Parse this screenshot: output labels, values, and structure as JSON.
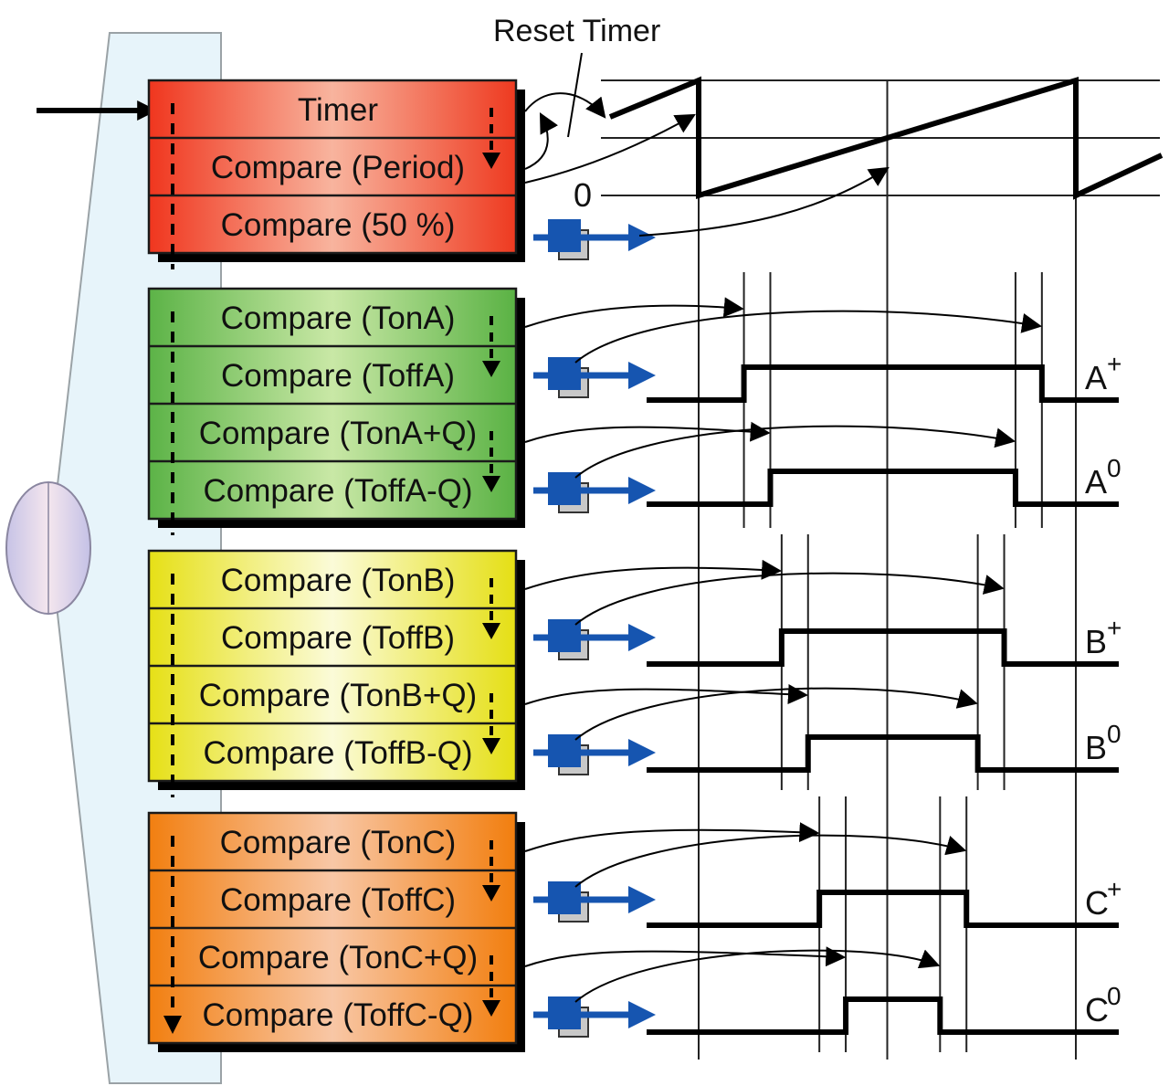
{
  "annotation": {
    "reset_timer": "Reset Timer"
  },
  "axis": {
    "zero_label": "0"
  },
  "colors": {
    "timer_block": "#f2442a",
    "group_a_block": "#6fbf55",
    "group_b_block": "#eeea2a",
    "group_c_block": "#f5891f",
    "output_icon": "#1655b0",
    "panel": "#e6f3f9",
    "ellipse": "#d8d4ee"
  },
  "blocks": [
    {
      "id": "timer",
      "color_key": "timer_block",
      "rows": [
        "Timer",
        "Compare (Period)",
        "Compare (50 %)"
      ]
    },
    {
      "id": "group-a",
      "color_key": "group_a_block",
      "rows": [
        "Compare (TonA)",
        "Compare (ToffA)",
        "Compare (TonA+Q)",
        "Compare (ToffA-Q)"
      ]
    },
    {
      "id": "group-b",
      "color_key": "group_b_block",
      "rows": [
        "Compare (TonB)",
        "Compare (ToffB)",
        "Compare (TonB+Q)",
        "Compare (ToffB-Q)"
      ]
    },
    {
      "id": "group-c",
      "color_key": "group_c_block",
      "rows": [
        "Compare (TonC)",
        "Compare (ToffC)",
        "Compare (TonC+Q)",
        "Compare (ToffC-Q)"
      ]
    }
  ],
  "signals": [
    {
      "base": "A",
      "sup": "+",
      "on": 0.12,
      "off": 0.91
    },
    {
      "base": "A",
      "sup": "0",
      "on": 0.19,
      "off": 0.84
    },
    {
      "base": "B",
      "sup": "+",
      "on": 0.22,
      "off": 0.81
    },
    {
      "base": "B",
      "sup": "0",
      "on": 0.29,
      "off": 0.74
    },
    {
      "base": "C",
      "sup": "+",
      "on": 0.32,
      "off": 0.71
    },
    {
      "base": "C",
      "sup": "0",
      "on": 0.39,
      "off": 0.64
    }
  ]
}
